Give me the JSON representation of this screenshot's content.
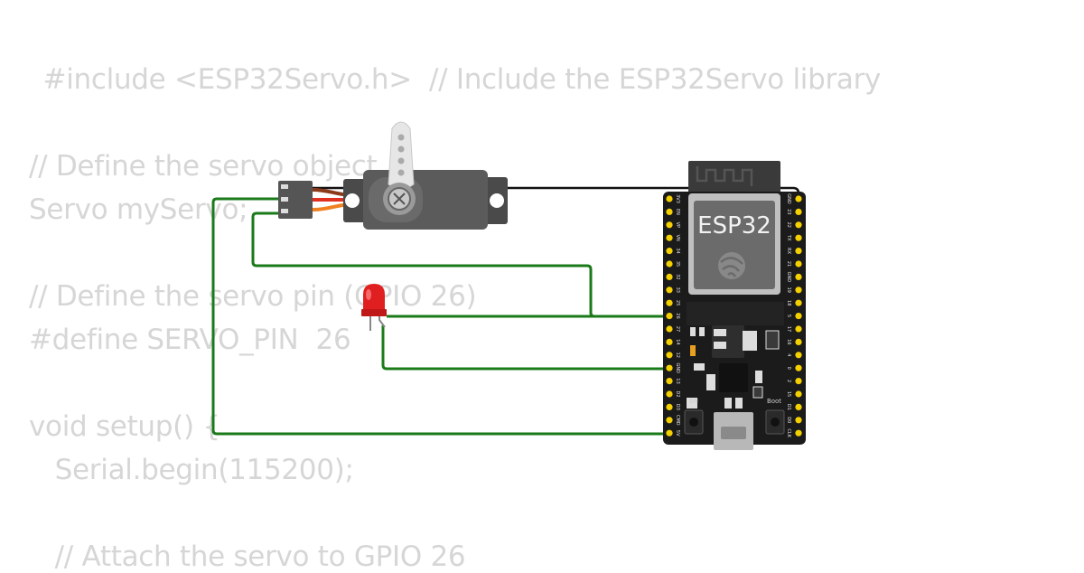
{
  "code": {
    "lines": [
      " #include <ESP32Servo.h>  // Include the ESP32Servo library",
      "// Define the servo object",
      "Servo myServo;",
      "// Define the servo pin (GPIO 26)",
      "#define SERVO_PIN  26",
      "void setup() {",
      "   Serial.begin(115200);",
      "   // Attach the servo to GPIO 26"
    ]
  },
  "board": {
    "name": "ESP32",
    "en_label": "EN",
    "boot_label": "Boot",
    "left_pins": [
      "3V3",
      "EN",
      "VP",
      "VN",
      "34",
      "35",
      "32",
      "33",
      "25",
      "26",
      "27",
      "14",
      "12",
      "GND",
      "13",
      "D2",
      "D3",
      "CMD",
      "5V"
    ],
    "right_pins": [
      "GND",
      "23",
      "22",
      "TX",
      "RX",
      "21",
      "GND",
      "19",
      "18",
      "5",
      "17",
      "16",
      "4",
      "0",
      "2",
      "15",
      "D1",
      "D0",
      "CLK"
    ]
  },
  "colors": {
    "wire_green": "#1a7a1a",
    "wire_black": "#111111",
    "board_body": "#1b1b1b",
    "pin_gold": "#f5d000",
    "led_red": "#e02020",
    "servo_body": "#5b5b5b",
    "code_text": "#d6d6d6"
  }
}
